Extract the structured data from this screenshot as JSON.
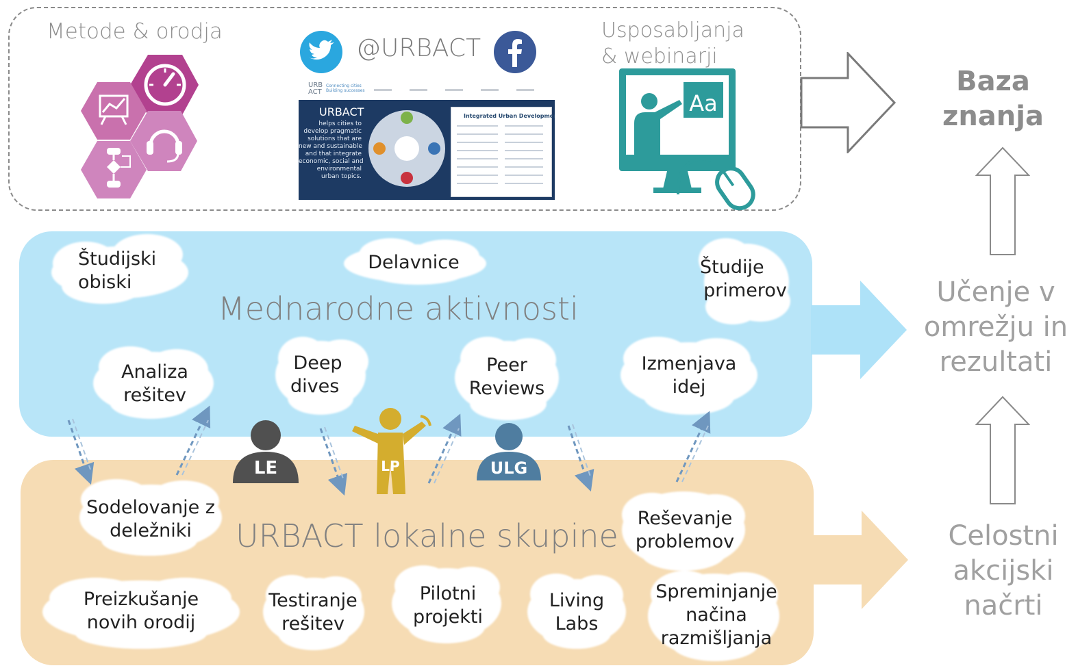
{
  "top": {
    "methods_label": "Metode & orodja",
    "handle": "@URBACT",
    "trainings_line1": "Usposabljanja",
    "trainings_line2": "& webinarji"
  },
  "website": {
    "logo_line1": "URB",
    "logo_line2": "ACT",
    "tagline": "Connecting cities\nBuilding successes",
    "hero_title": "URBACT",
    "hero_text": [
      "helps cities to",
      "develop pragmatic",
      "solutions that are",
      "new and sustainable",
      "and that integrate",
      "economic, social and",
      "environmental",
      "urban topics."
    ],
    "panel_title": "Integrated Urban Development"
  },
  "bands": {
    "international": "Mednarodne aktivnosti",
    "local": "URBACT lokalne skupine"
  },
  "clouds_blue": {
    "study_visits": [
      "Študijski",
      "obiski"
    ],
    "workshops": [
      "Delavnice"
    ],
    "case_studies": [
      "Študije",
      "primerov"
    ],
    "solution_analysis": [
      "Analiza",
      "rešitev"
    ],
    "deep_dives": [
      "Deep",
      "dives"
    ],
    "peer_reviews": [
      "Peer",
      "Reviews"
    ],
    "idea_exchange": [
      "Izmenjava",
      "idej"
    ]
  },
  "clouds_orange": {
    "stakeholders": [
      "Sodelovanje z",
      "deležniki"
    ],
    "problem_solving": [
      "Reševanje",
      "problemov"
    ],
    "testing_tools": [
      "Preizkušanje",
      "novih orodij"
    ],
    "testing_solutions": [
      "Testiranje",
      "rešitev"
    ],
    "pilot_projects": [
      "Pilotni",
      "projekti"
    ],
    "living_labs": [
      "Living",
      "Labs"
    ],
    "mindset_change": [
      "Spreminjanje",
      "načina",
      "razmišljanja"
    ]
  },
  "people": {
    "le": "LE",
    "lp": "LP",
    "ulg": "ULG"
  },
  "outcomes": {
    "knowledge_base": [
      "Baza",
      "znanja"
    ],
    "network_learning": [
      "Učenje v",
      "omrežju in",
      "rezultati"
    ],
    "action_plans": [
      "Celostni",
      "akcijski",
      "načrti"
    ]
  },
  "colors": {
    "hexagon_magenta": "#b2418f",
    "hexagon_light": "#cf85bd",
    "blue_band": "#b8e5f8",
    "blue_arrow": "#aee2f8",
    "orange_band": "#f6dcb4",
    "teal_icon": "#2d9b9b",
    "gold_person": "#d4ad2e",
    "dark_person": "#505050",
    "blue_person": "#4f7da0",
    "twitter": "#2aa7df",
    "facebook": "#3b5998"
  }
}
